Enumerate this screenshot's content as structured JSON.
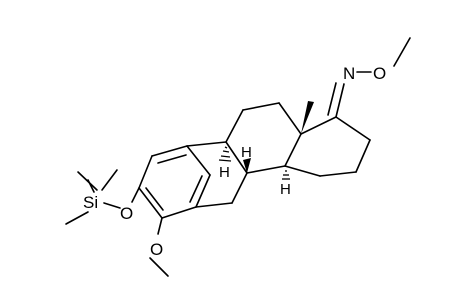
{
  "molecule": {
    "atom_labels": {
      "si": "Si",
      "o_silyl": "O",
      "o_methoxy": "O",
      "n_oxime": "N",
      "o_oxime": "O",
      "h_c9": "H",
      "h_c8": "H",
      "h_c14": "H"
    },
    "colors": {
      "bond": "#000000",
      "background": "#ffffff"
    }
  }
}
